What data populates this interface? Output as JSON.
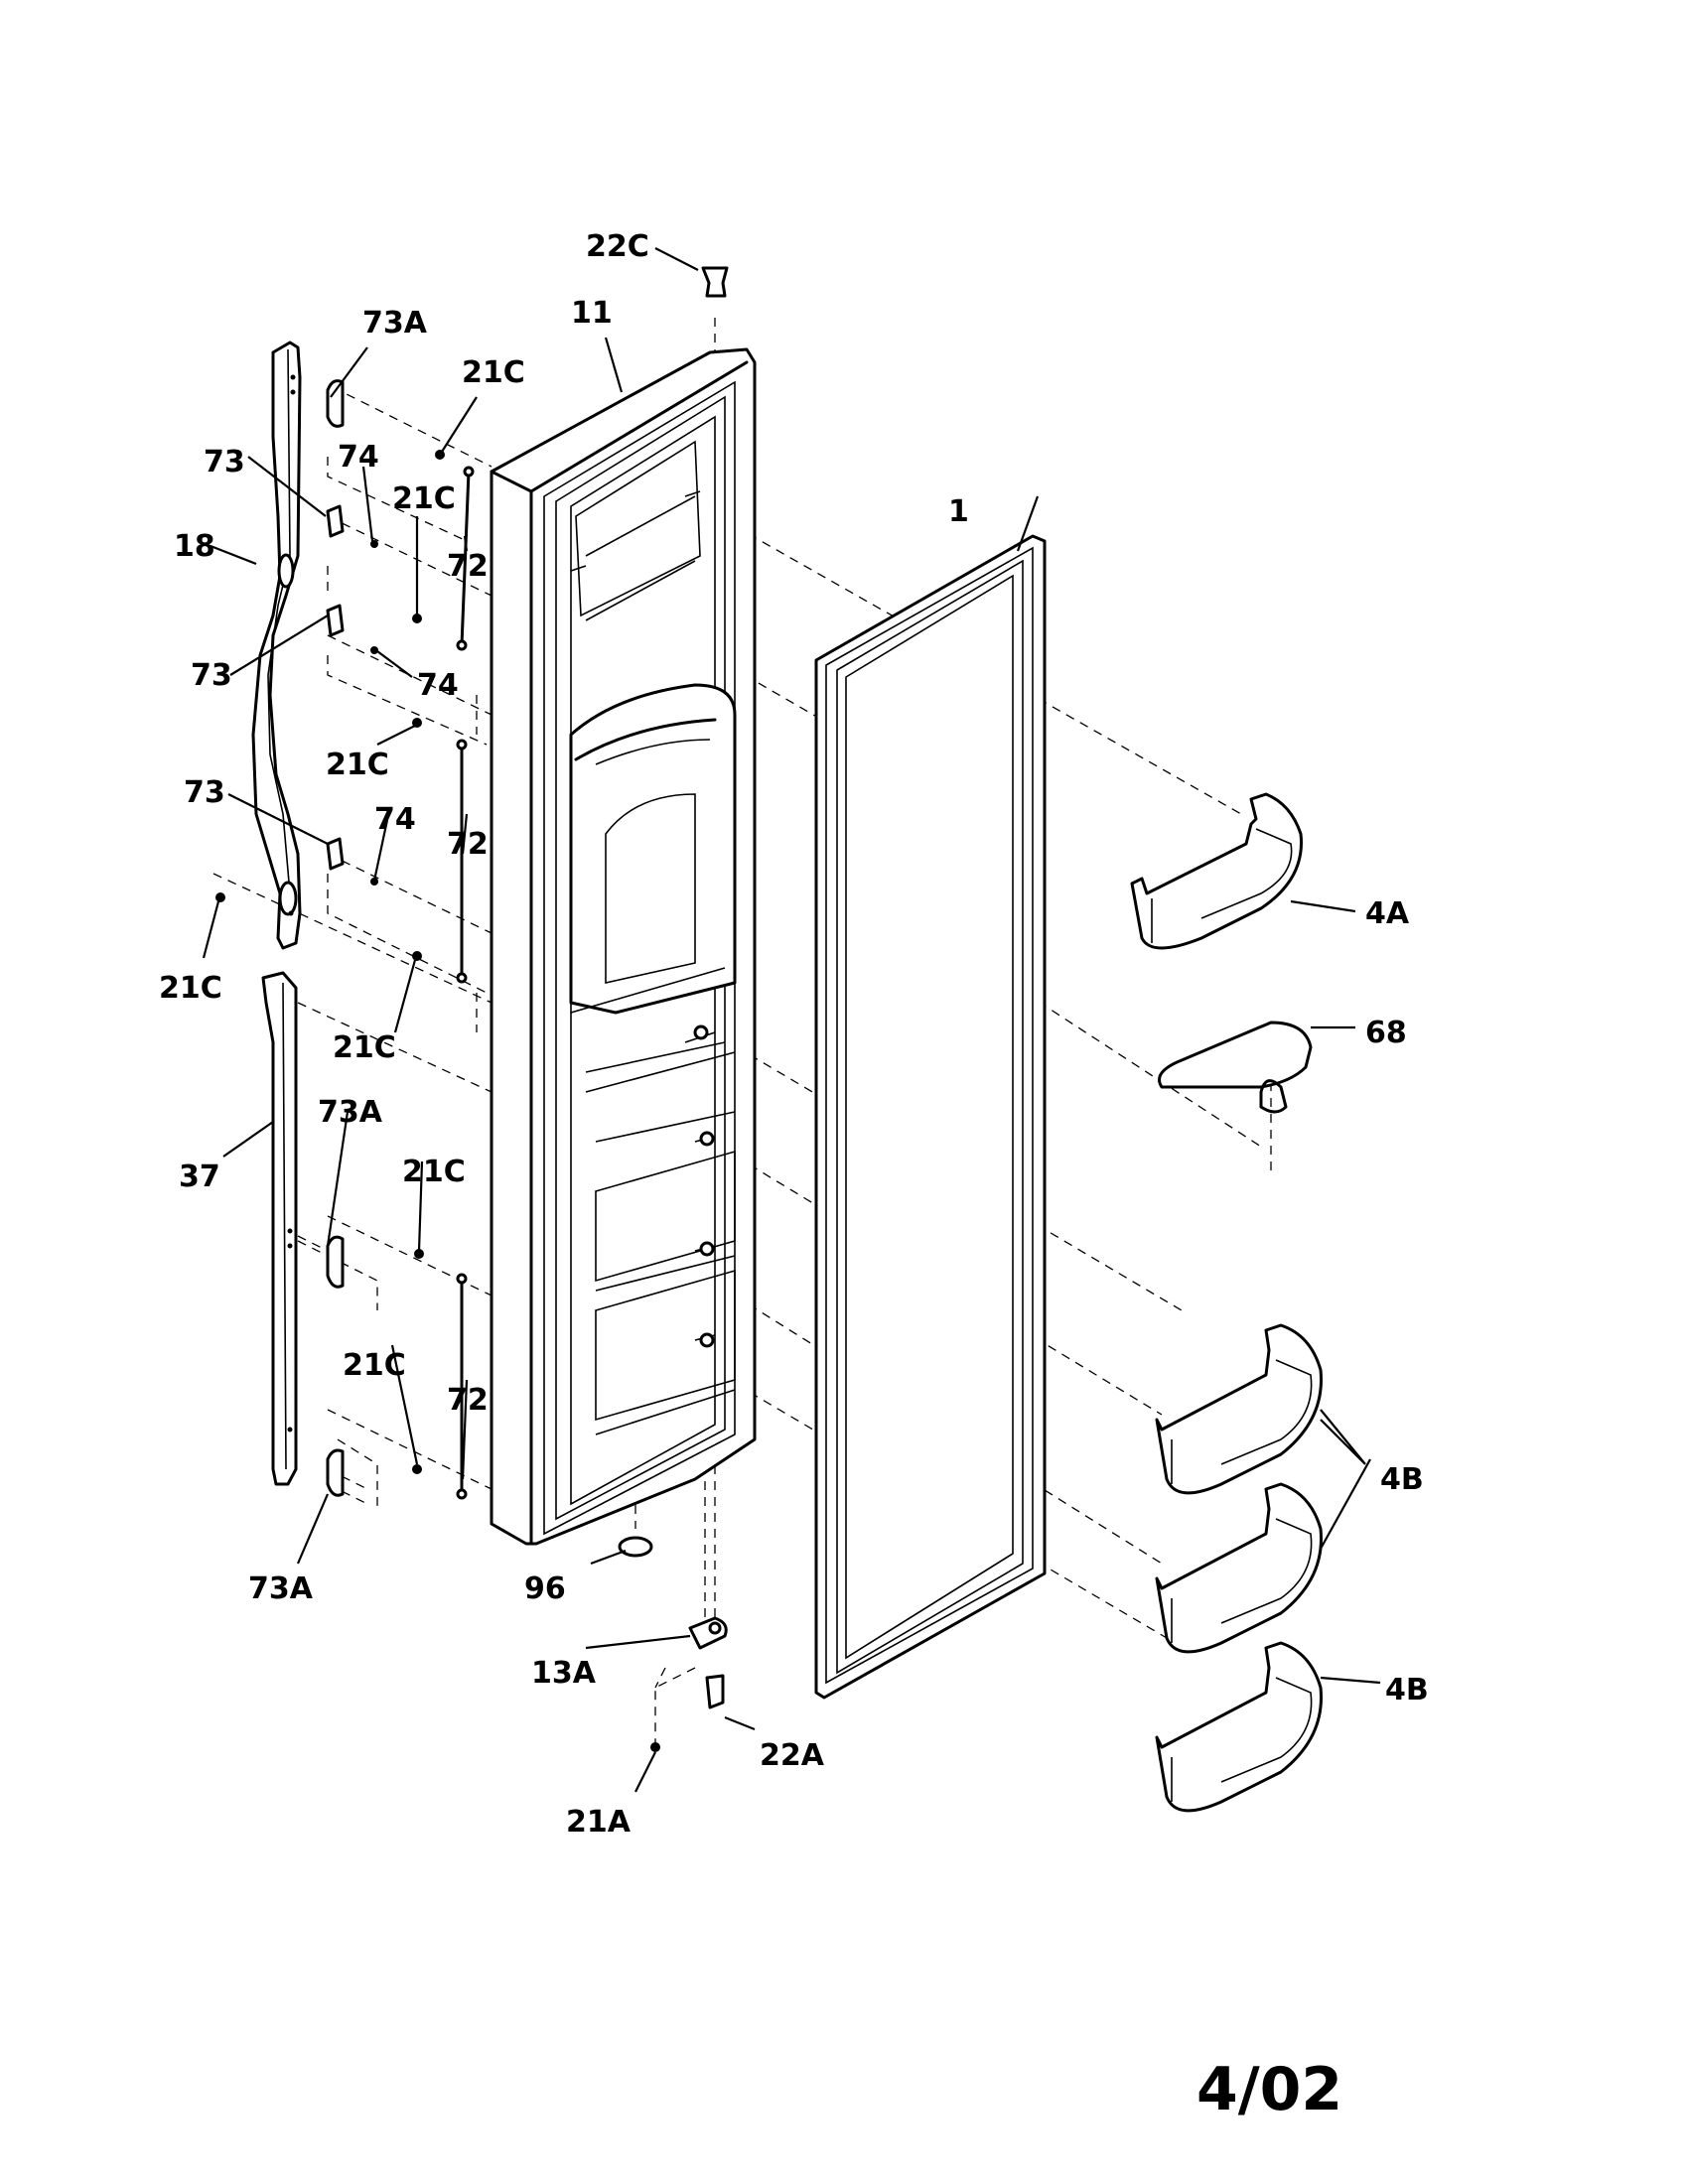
{
  "labels": {
    "p22C": "22C",
    "p11": "11",
    "p73A_top": "73A",
    "p21C_1": "21C",
    "p73_1": "73",
    "p74_1": "74",
    "p21C_2": "21C",
    "p72_1": "72",
    "p18": "18",
    "p73_2": "73",
    "p74_2": "74",
    "p21C_3": "21C",
    "p73_3": "73",
    "p74_3": "74",
    "p72_2": "72",
    "p21C_4": "21C",
    "p21C_5": "21C",
    "p1": "1",
    "p4A": "4A",
    "p68": "68",
    "p73A_mid": "73A",
    "p37": "37",
    "p21C_6": "21C",
    "p21C_7": "21C",
    "p72_3": "72",
    "p4B_1": "4B",
    "p73A_bot": "73A",
    "p96": "96",
    "p13A": "13A",
    "p22A": "22A",
    "p4B_2": "4B",
    "p21A": "21A"
  },
  "date_code": "4/02"
}
